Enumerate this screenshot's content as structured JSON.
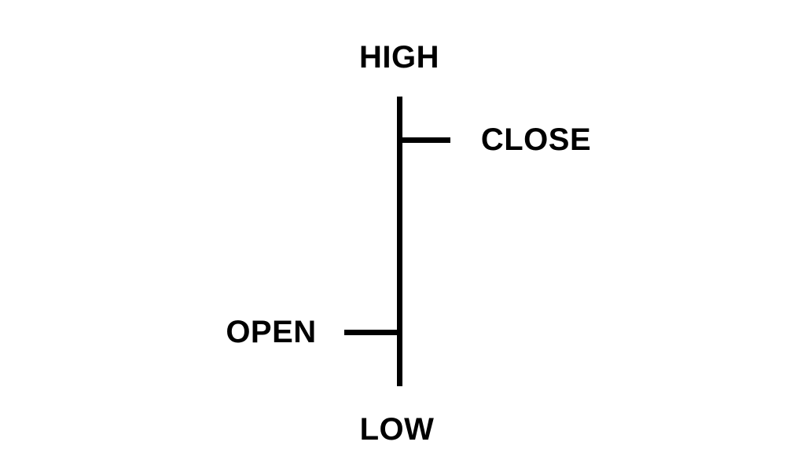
{
  "diagram": {
    "type": "ohlc-bar-schematic",
    "description": "Labeled schematic of a single OHLC price bar: vertical line spans LOW to HIGH, left tick marks OPEN, right tick marks CLOSE",
    "labels": {
      "high": "HIGH",
      "close": "CLOSE",
      "open": "OPEN",
      "low": "LOW"
    },
    "colors": {
      "stroke": "#000000",
      "background": "#ffffff",
      "text": "#000000"
    }
  }
}
